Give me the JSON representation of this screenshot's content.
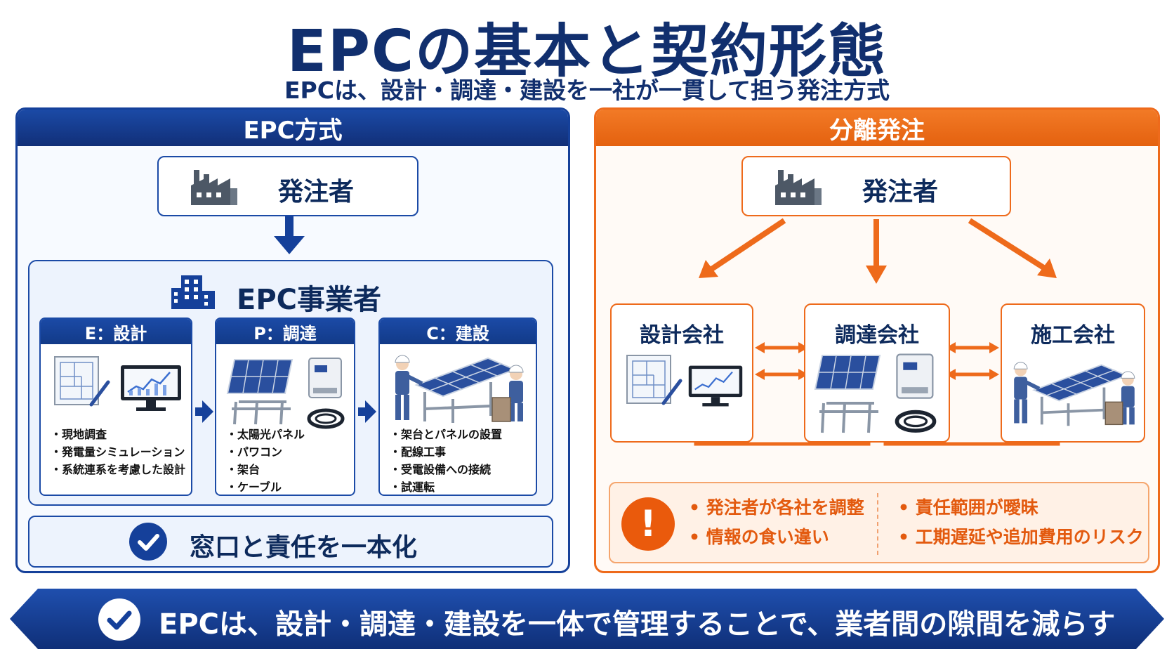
{
  "header": {
    "title": "EPCの基本と契約形態",
    "subtitle": "EPCは、設計・調達・建設を一社が一貫して担う発注方式"
  },
  "epc_panel": {
    "title": "EPC方式",
    "orderer": "発注者",
    "contractor": "EPC事業者",
    "steps": [
      {
        "label": "E：設計",
        "items": [
          "現地調査",
          "発電量シミュレーション",
          "系統連系を考慮した設計"
        ]
      },
      {
        "label": "P：調達",
        "items": [
          "太陽光パネル",
          "パワコン",
          "架台",
          "ケーブル"
        ]
      },
      {
        "label": "C：建設",
        "items": [
          "架台とパネルの設置",
          "配線工事",
          "受電設備への接続",
          "試運転"
        ]
      }
    ],
    "benefit": "窓口と責任を一本化"
  },
  "separate_panel": {
    "title": "分離発注",
    "orderer": "発注者",
    "companies": [
      "設計会社",
      "調達会社",
      "施工会社"
    ],
    "warnings_left": [
      "発注者が各社を調整",
      "情報の食い違い"
    ],
    "warnings_right": [
      "責任範囲が曖昧",
      "工期遅延や追加費用のリスク"
    ],
    "warning_symbol": "!"
  },
  "footer": {
    "message": "EPCは、設計・調達・建設を一体で管理することで、業者間の隙間を減らす"
  },
  "colors": {
    "navy": "#15409a",
    "orange": "#ee6a1b",
    "panel_blue": "#2a4f9e",
    "icon_gray": "#4d5866"
  }
}
